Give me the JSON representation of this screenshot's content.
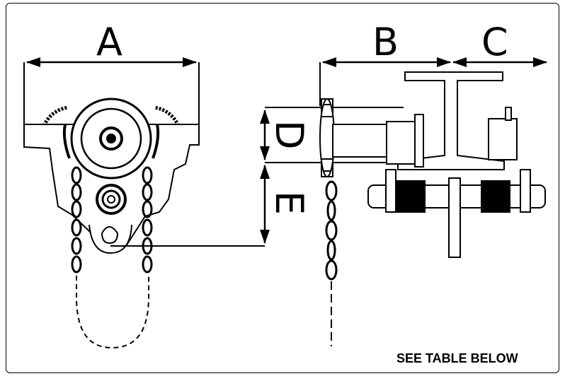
{
  "labels": {
    "a": "A",
    "b": "B",
    "c": "C",
    "d": "D",
    "e": "E"
  },
  "note": "SEE TABLE BELOW",
  "colors": {
    "line": "#000000",
    "background": "#ffffff"
  }
}
